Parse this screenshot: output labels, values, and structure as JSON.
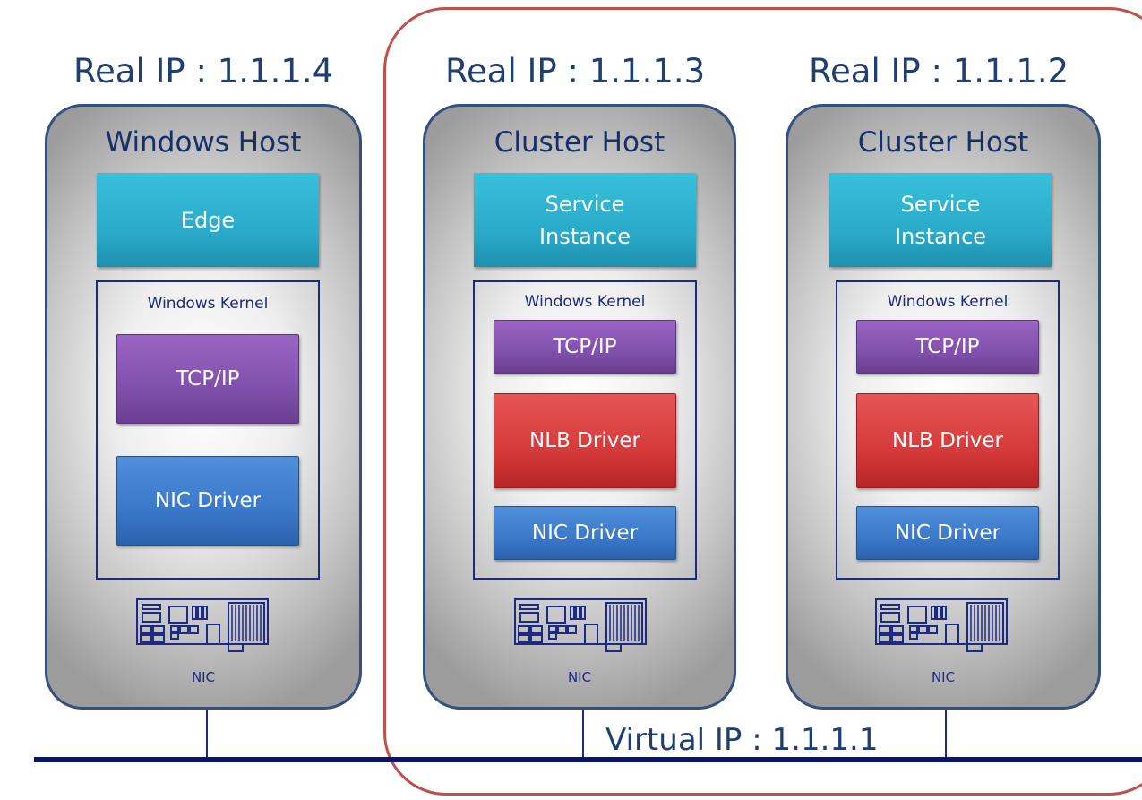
{
  "hosts": [
    {
      "real_ip": "Real IP : 1.1.1.4",
      "title": "Windows Host",
      "service_label": "Edge",
      "kernel_label": "Windows Kernel",
      "tcp_label": "TCP/IP",
      "nic_driver_label": "NIC Driver",
      "nic_label": "NIC"
    },
    {
      "real_ip": "Real IP : 1.1.1.3",
      "title": "Cluster Host",
      "service_label_line1": "Service",
      "service_label_line2": "Instance",
      "kernel_label": "Windows Kernel",
      "tcp_label": "TCP/IP",
      "nlb_label": "NLB Driver",
      "nic_driver_label": "NIC Driver",
      "nic_label": "NIC"
    },
    {
      "real_ip": "Real IP : 1.1.1.2",
      "title": "Cluster Host",
      "service_label_line1": "Service",
      "service_label_line2": "Instance",
      "kernel_label": "Windows Kernel",
      "tcp_label": "TCP/IP",
      "nlb_label": "NLB Driver",
      "nic_driver_label": "NIC Driver",
      "nic_label": "NIC"
    }
  ],
  "virtual_ip": "Virtual IP : 1.1.1.1",
  "colors": {
    "cluster_border": "#c0504d",
    "network_line": "#0a1470",
    "host_border": "#344f80",
    "service_block": "#2aa9c9",
    "tcp_block": "#8150ac",
    "nlb_block": "#d63a3a",
    "nic_driver_block": "#3b78c9"
  }
}
